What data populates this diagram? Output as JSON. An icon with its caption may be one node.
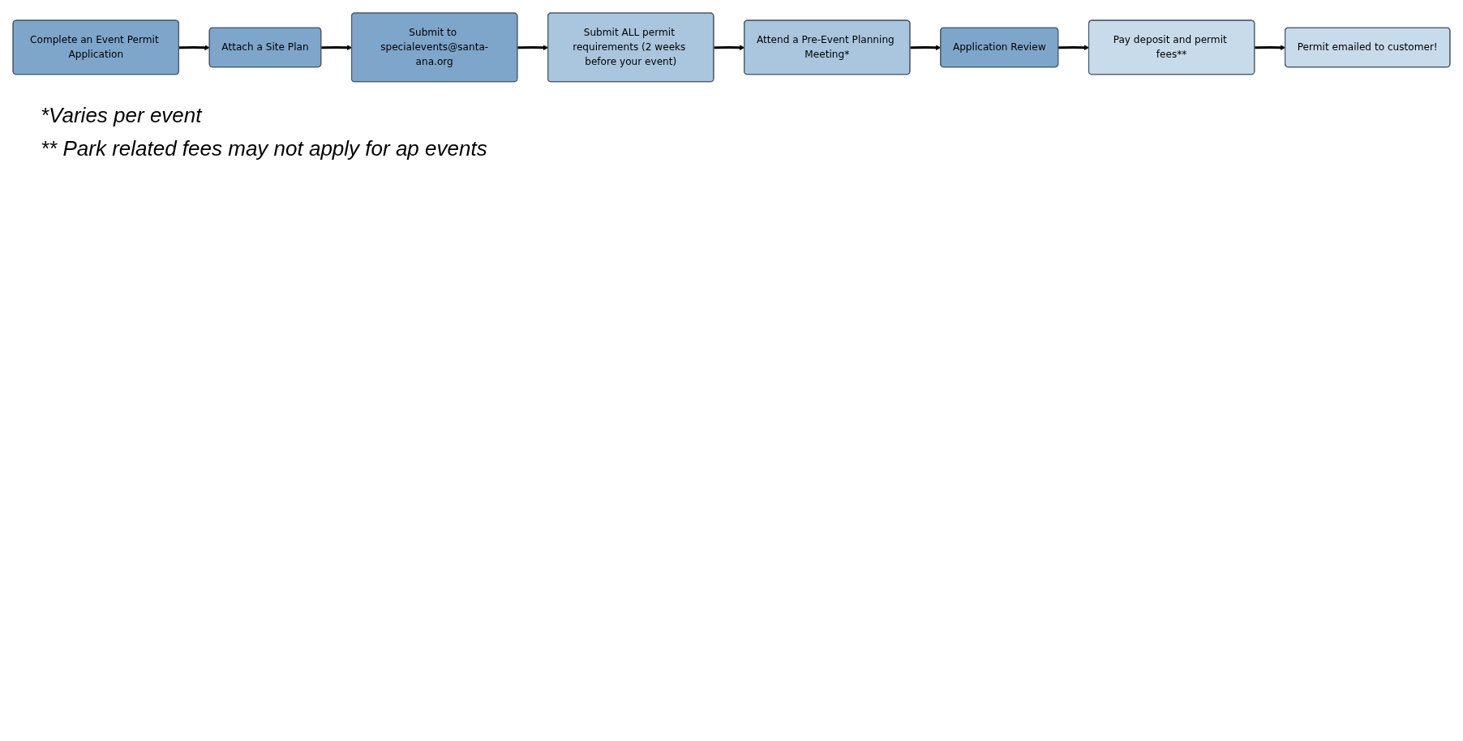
{
  "diagram": {
    "nodes": [
      {
        "text": [
          "Complete an Event Permit Application"
        ]
      },
      {
        "text": [
          "Attach a Site Plan"
        ]
      },
      {
        "text": [
          "Submit to specialevents@santa-ana.org"
        ]
      },
      {
        "text": [
          "Submit ALL permit requirements (2 weeks before your event)"
        ]
      },
      {
        "text": [
          "Attend a Pre-Event Planning Meeting*"
        ]
      },
      {
        "text": [
          "Application Review"
        ]
      },
      {
        "text": [
          "Pay deposit and permit fees**"
        ]
      },
      {
        "text": [
          "Permit emailed to customer!"
        ]
      }
    ],
    "edges": [
      {
        "from": 0,
        "to": 1,
        "arrow": "to"
      },
      {
        "from": 1,
        "to": 2,
        "arrow": "to"
      },
      {
        "from": 2,
        "to": 3,
        "arrow": "to"
      },
      {
        "from": 3,
        "to": 4,
        "arrow": "to"
      },
      {
        "from": 4,
        "to": 5,
        "arrow": "to"
      },
      {
        "from": 5,
        "to": 6,
        "arrow": "to"
      },
      {
        "from": 6,
        "to": 7,
        "arrow": "to"
      }
    ],
    "labels": [
      "*Varies per event",
      "** Park related fees may not apply for ap events"
    ]
  }
}
